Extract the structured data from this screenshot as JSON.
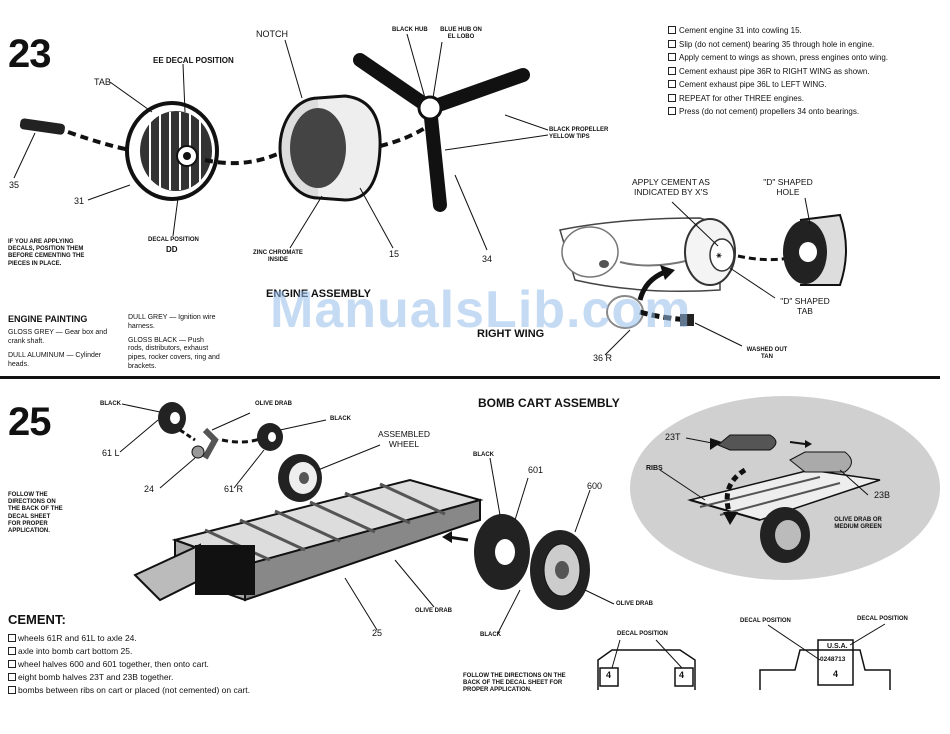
{
  "step23": {
    "number": "23",
    "labels": {
      "ee_decal": "EE DECAL POSITION",
      "tab": "TAB",
      "n35": "35",
      "n31": "31",
      "decal_dd_1": "DECAL POSITION",
      "decal_dd_2": "DD",
      "notch": "NOTCH",
      "black_hub": "BLACK HUB",
      "blue_hub": "BLUE HUB ON EL LOBO",
      "black_prop": "BLACK PROPELLER YELLOW TIPS",
      "zinc": "ZINC CHROMATE INSIDE",
      "n15": "15",
      "n34": "34"
    },
    "decal_note": "IF YOU ARE APPLYING DECALS, POSITION THEM BEFORE CEMENTING THE PIECES IN PLACE.",
    "engine_assembly": "ENGINE ASSEMBLY",
    "engine_painting": {
      "title": "ENGINE PAINTING",
      "gloss_grey": "GLOSS GREY — Gear box and crank shaft.",
      "dull_aluminum": "DULL ALUMINUM — Cylinder heads.",
      "dull_grey": "DULL GREY — Ignition wire harness.",
      "gloss_black": "GLOSS BLACK — Push rods, distributors, exhaust pipes, rocker covers, ring and brackets."
    },
    "instructions": [
      "Cement engine 31 into cowling 15.",
      "Slip (do not cement) bearing 35 through hole in engine.",
      "Apply cement to wings as shown, press engines onto wing.",
      "Cement exhaust pipe 36R to RIGHT WING as shown.",
      "Cement exhaust pipe 36L to LEFT WING.",
      "REPEAT for other THREE engines.",
      "Press (do not cement) propellers 34 onto bearings."
    ],
    "wing": {
      "apply_cement": "APPLY CEMENT AS INDICATED BY X's",
      "d_hole": "\"D\" SHAPED HOLE",
      "d_tab": "\"D\" SHAPED TAB",
      "right_wing": "RIGHT WING",
      "n36r": "36 R",
      "washed_tan": "WASHED OUT TAN"
    }
  },
  "step25": {
    "number": "25",
    "title": "BOMB CART ASSEMBLY",
    "labels": {
      "black1": "BLACK",
      "olive_drab1": "OLIVE DRAB",
      "black2": "BLACK",
      "n61l": "61 L",
      "n24": "24",
      "n61r": "61 R",
      "assembled_wheel": "ASSEMBLED WHEEL",
      "black3": "BLACK",
      "n601": "601",
      "n600": "600",
      "olive_drab2": "OLIVE DRAB",
      "olive_drab3": "OLIVE DRAB",
      "black4": "BLACK",
      "n25": "25",
      "n23t": "23T",
      "ribs": "RIBS",
      "n23b": "23B",
      "olive_green": "OLIVE DRAB OR MEDIUM GREEN",
      "decal_position1": "DECAL POSITION",
      "decal_position2": "DECAL POSITION",
      "decal_position3": "DECAL POSITION",
      "four_a": "4",
      "four_b": "4",
      "four_c": "4",
      "usa": "U.S.A.",
      "serial": "0248713"
    },
    "follow_note": "FOLLOW THE DIRECTIONS ON THE BACK OF THE DECAL SHEET FOR PROPER APPLICATION.",
    "follow_note2": "FOLLOW THE DIRECTIONS ON THE BACK OF THE DECAL SHEET FOR PROPER APPLICATION.",
    "cement_title": "CEMENT:",
    "cement_items": [
      "wheels 61R and 61L to axle 24.",
      "axle into bomb cart bottom 25.",
      "wheel halves 600 and 601 together, then onto cart.",
      "eight bomb halves 23T and 23B together.",
      "bombs between ribs on cart or placed (not cemented) on cart."
    ]
  },
  "watermark": "ManualsLib.com"
}
